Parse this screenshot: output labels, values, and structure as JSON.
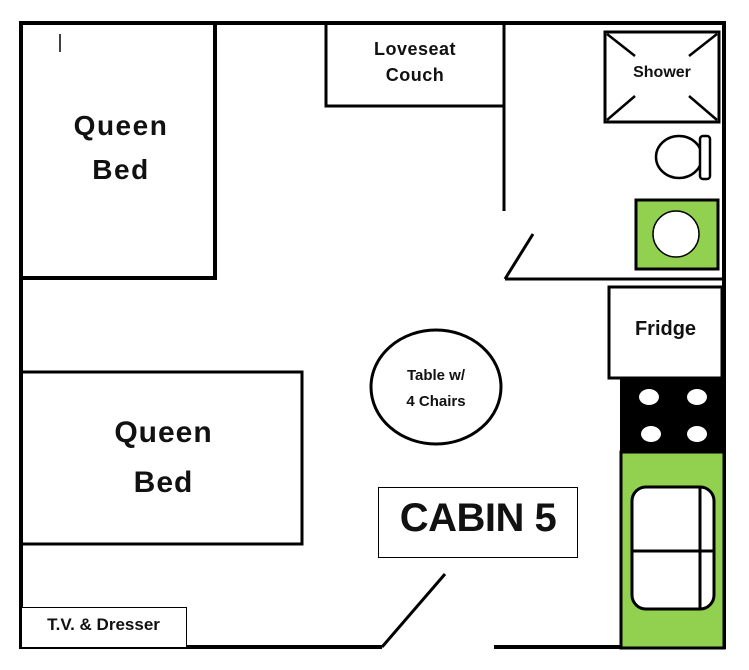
{
  "title": "CABIN 5",
  "colors": {
    "wall": "#000000",
    "accent_green": "#92d050",
    "background": "#ffffff"
  },
  "rooms": {
    "queen_bed_top": {
      "line1": "Queen",
      "line2": "Bed"
    },
    "queen_bed_bottom": {
      "line1": "Queen",
      "line2": "Bed"
    },
    "loveseat": {
      "line1": "Loveseat",
      "line2": "Couch"
    },
    "shower": {
      "label": "Shower"
    },
    "fridge": {
      "label": "Fridge"
    },
    "table": {
      "line1": "Table w/",
      "line2": "4 Chairs"
    },
    "tv_dresser": {
      "label": "T.V. & Dresser"
    }
  },
  "fixtures": [
    "toilet",
    "bathroom-sink",
    "stove-4-burners",
    "kitchen-sink"
  ]
}
